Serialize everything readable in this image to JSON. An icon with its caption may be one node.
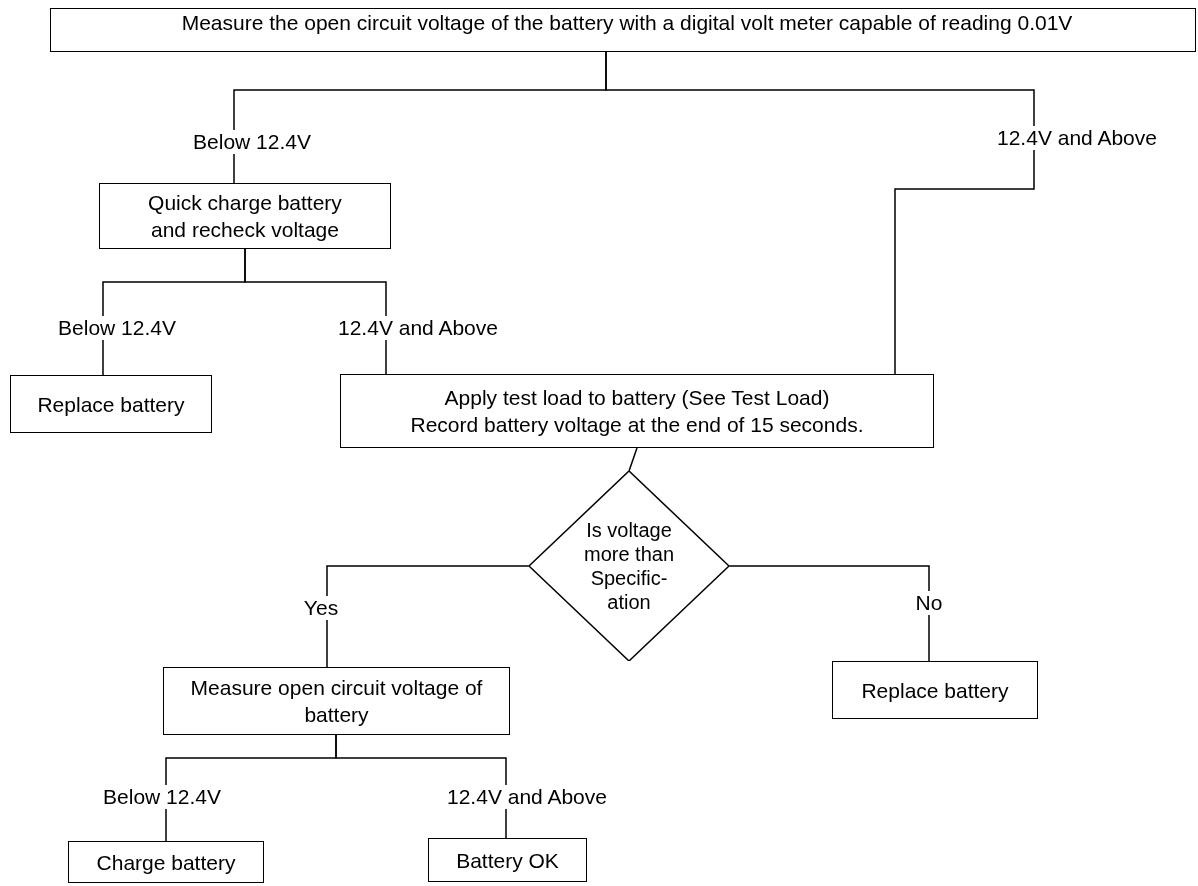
{
  "diagram": {
    "nodes": [
      {
        "text": [
          "Measure the open circuit voltage of the battery with a digital volt meter capable of reading 0.01V"
        ]
      },
      {
        "text": [
          "Quick charge battery and recheck voltage"
        ]
      },
      {
        "text": [
          "Replace battery"
        ]
      },
      {
        "text": [
          "Apply test load to battery (See Test Load)",
          "Record battery voltage at the end of 15 seconds."
        ]
      },
      {
        "text": [
          "Is voltage more than Specific- ation"
        ]
      },
      {
        "text": [
          "Replace battery"
        ]
      },
      {
        "text": [
          "Measure open circuit voltage of battery"
        ]
      },
      {
        "text": [
          "Charge battery"
        ]
      },
      {
        "text": [
          "Battery OK"
        ]
      }
    ],
    "edges": [
      {
        "from": 0,
        "to": 1,
        "arrow": "none",
        "label": "Below 12.4V"
      },
      {
        "from": 0,
        "to": 3,
        "arrow": "none",
        "label": "12.4V and Above"
      },
      {
        "from": 1,
        "to": 2,
        "arrow": "none",
        "label": "Below 12.4V"
      },
      {
        "from": 1,
        "to": 3,
        "arrow": "none",
        "label": "12.4V and Above"
      },
      {
        "from": 3,
        "to": 4,
        "arrow": "none"
      },
      {
        "from": 4,
        "to": 6,
        "arrow": "none",
        "label": "Yes"
      },
      {
        "from": 4,
        "to": 5,
        "arrow": "none",
        "label": "No"
      },
      {
        "from": 6,
        "to": 7,
        "arrow": "none",
        "label": "Below 12.4V"
      },
      {
        "from": 6,
        "to": 8,
        "arrow": "none",
        "label": "12.4V and Above"
      }
    ]
  }
}
